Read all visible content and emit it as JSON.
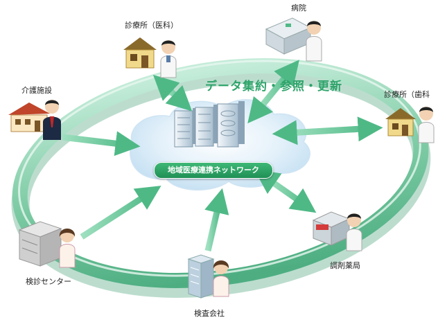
{
  "diagram": {
    "headline": "データ集約・参照・更新",
    "network_label": "地域医療連携ネットワーク",
    "nodes": {
      "clinic_medical": "診療所（医科）",
      "hospital": "病院",
      "clinic_dental": "診療所（歯科",
      "care_facility": "介護施設",
      "checkup_center": "検診センター",
      "lab_company": "検査会社",
      "pharmacy": "調剤薬局"
    }
  },
  "colors": {
    "ring": "#8fd3b4",
    "ring_edge": "#5dbb90",
    "arrow": "#59c08f",
    "cloud": "#d6e9f7",
    "accent": "#2ea46a"
  },
  "icon_names": [
    "house-icon",
    "hospital-building-icon",
    "nursing-home-icon",
    "health-center-icon",
    "office-building-icon",
    "pharmacy-icon",
    "server-icon",
    "doctor-icon",
    "nurse-icon",
    "businessman-icon"
  ]
}
